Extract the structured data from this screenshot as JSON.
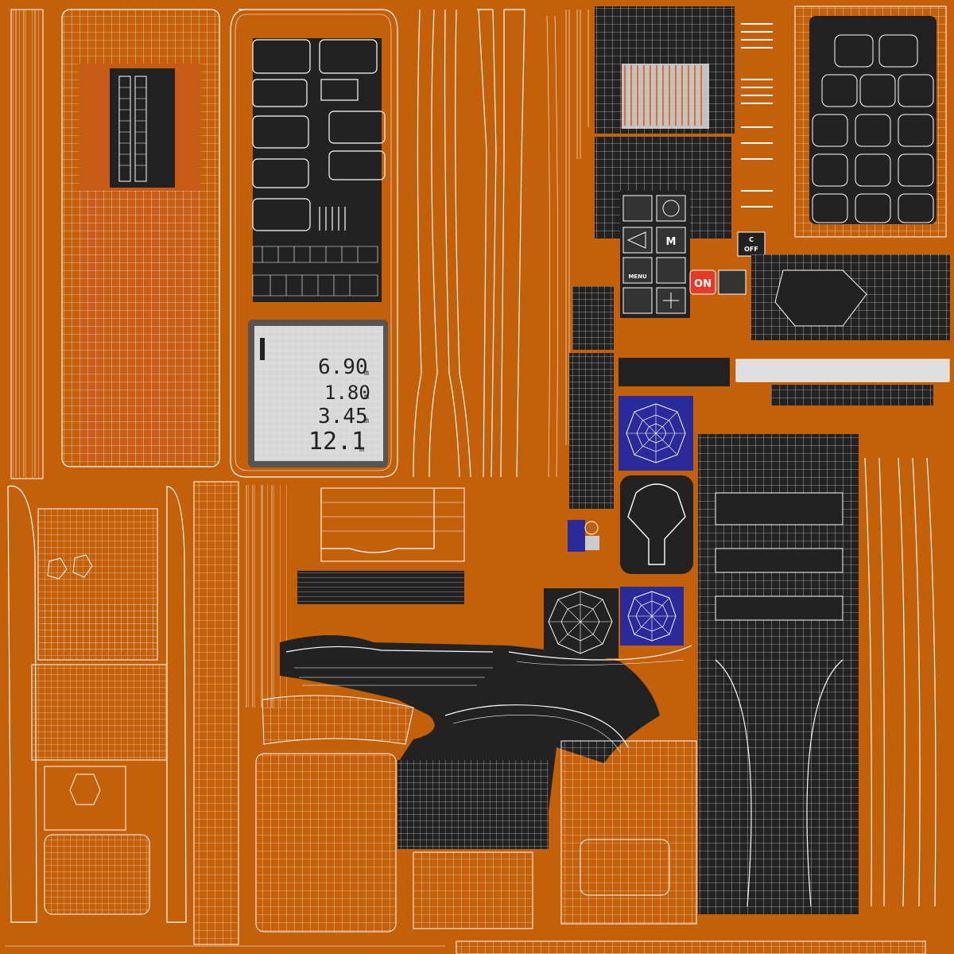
{
  "texture": {
    "background_color": "#c4600a",
    "wire_color": "#ffffff",
    "shell_color": "#222222",
    "lens_color": "#2a2a9a",
    "on_button_color": "#e53a2a"
  },
  "display": {
    "readings": [
      {
        "value": "6.90",
        "unit": "m"
      },
      {
        "value": "1.80",
        "unit": "m"
      },
      {
        "value": "3.45",
        "unit": "m"
      },
      {
        "value": "12.1",
        "unit": "m"
      }
    ]
  },
  "keypad": {
    "m_label": "M",
    "menu_label": "MENU",
    "on_label": "ON",
    "c_label": "C",
    "off_label": "OFF"
  }
}
